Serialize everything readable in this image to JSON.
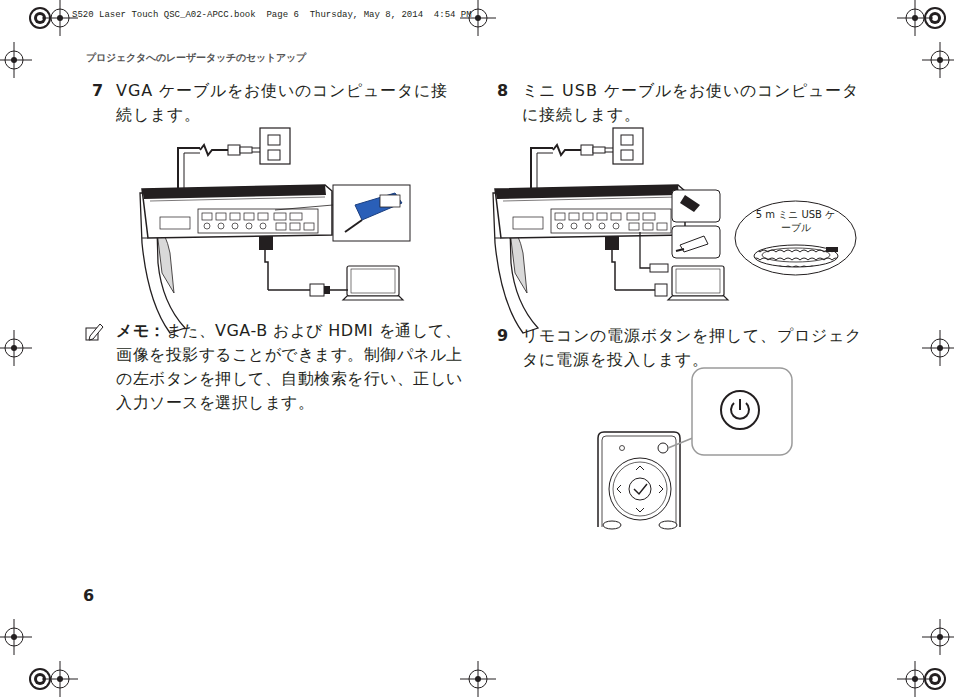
{
  "diagram": {
    "nodes": [
      {
        "text": [
          "5 m ミニ USB ケーブル"
        ]
      }
    ],
    "labels": [
      "S520 Laser Touch QSC_A02-APCC.book  Page 6  Thursday, May 8, 2014  4:54 PM",
      "プロジェクタへのレーザータッチのセットアップ",
      "7",
      "VGA ケーブルをお使いのコンピュータに接続します。",
      "メモ：",
      "また、VGA-B および HDMI を通して、画像を投影することができます。制御パネル上の左ボタンを押して、自動検索を行い、正しい入力ソースを選択します。",
      "8",
      "ミニ USB ケーブルをお使いのコンピュータに接続します。",
      "9",
      "リモコンの電源ボタンを押して、プロジェクタに電源を投入します。",
      "6"
    ]
  }
}
